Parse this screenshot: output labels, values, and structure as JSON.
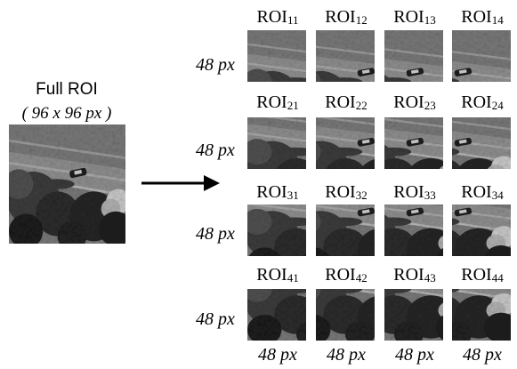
{
  "full_roi": {
    "title": "Full ROI",
    "subtitle": "( 96 x 96 px )"
  },
  "grid": {
    "roi_prefix": "ROI",
    "rows": [
      {
        "row_label": "48 px",
        "tiles": [
          {
            "sub": "11"
          },
          {
            "sub": "12"
          },
          {
            "sub": "13"
          },
          {
            "sub": "14"
          }
        ]
      },
      {
        "row_label": "48 px",
        "tiles": [
          {
            "sub": "21"
          },
          {
            "sub": "22"
          },
          {
            "sub": "23"
          },
          {
            "sub": "24"
          }
        ]
      },
      {
        "row_label": "48 px",
        "tiles": [
          {
            "sub": "31"
          },
          {
            "sub": "32"
          },
          {
            "sub": "33"
          },
          {
            "sub": "34"
          }
        ]
      },
      {
        "row_label": "48 px",
        "tiles": [
          {
            "sub": "41"
          },
          {
            "sub": "42"
          },
          {
            "sub": "43"
          },
          {
            "sub": "44"
          }
        ]
      }
    ],
    "column_labels": [
      "48 px",
      "48 px",
      "48 px",
      "48 px"
    ]
  },
  "colors": {
    "arrow": "#000000",
    "grass": "#6e6e6e",
    "road": "#8c8c8c",
    "tree": "#2a2a2a",
    "sky": "#e0e0e0"
  }
}
